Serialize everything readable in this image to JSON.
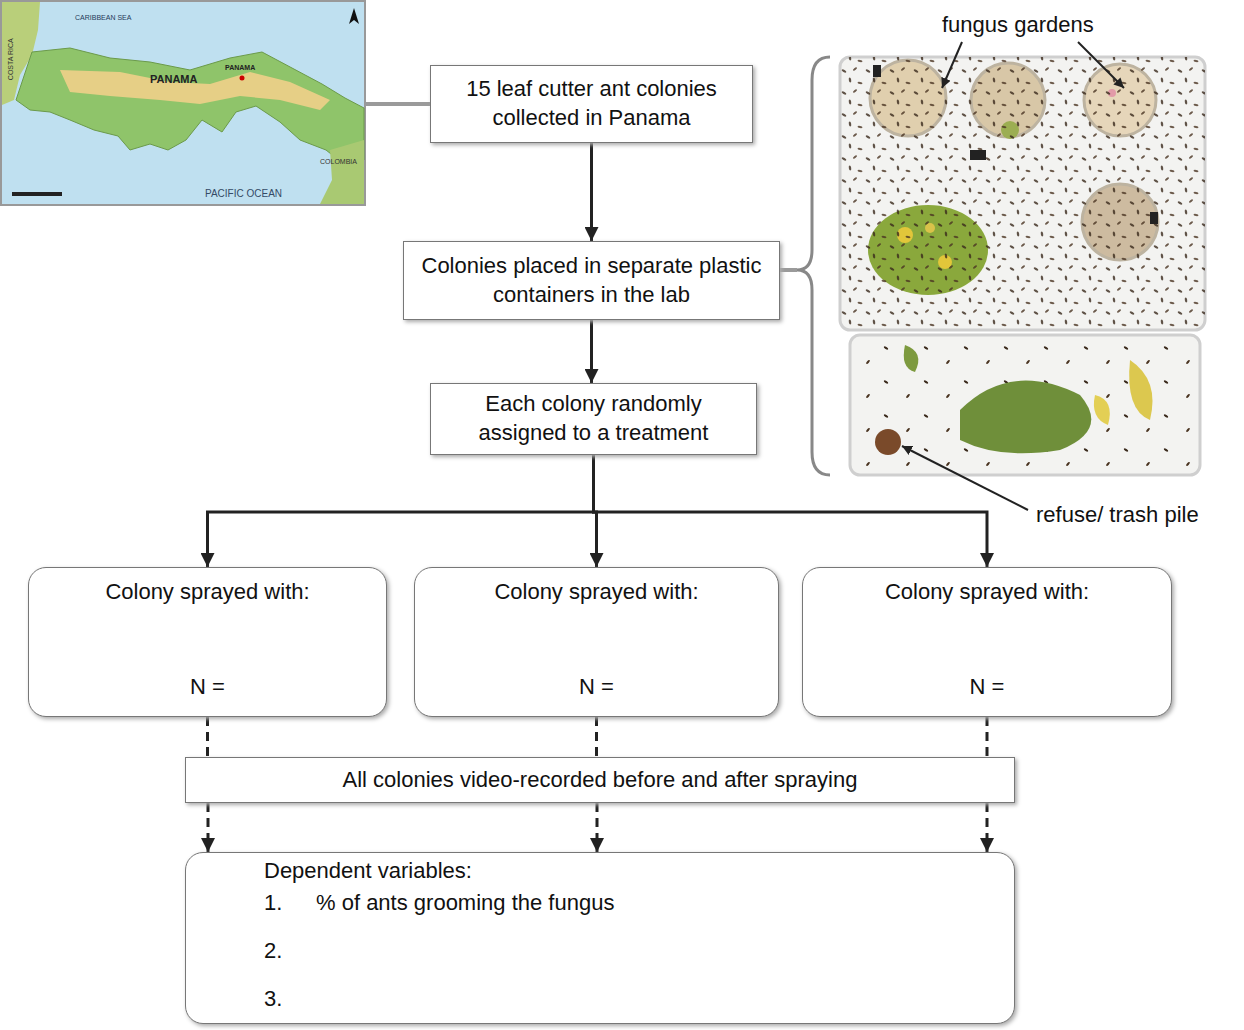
{
  "diagram": {
    "nodes": [
      {
        "text": [
          "15 leaf cutter ant colonies collected in Panama"
        ]
      },
      {
        "text": [
          "Colonies placed in separate plastic containers in the lab"
        ]
      },
      {
        "text": [
          "Each colony randomly assigned to a treatment"
        ]
      },
      {
        "text": [
          "Colony sprayed with:",
          "N ="
        ]
      },
      {
        "text": [
          "Colony sprayed with:",
          "N ="
        ]
      },
      {
        "text": [
          "Colony sprayed with:",
          "N ="
        ]
      },
      {
        "text": [
          "All colonies video-recorded before and after spraying"
        ]
      },
      {
        "text": [
          "Dependent variables:",
          "1.",
          "% of ants grooming the fungus",
          "2.",
          "3."
        ]
      }
    ],
    "edges": [
      {
        "from": 0,
        "to": 1,
        "arrow": "to"
      },
      {
        "from": 1,
        "to": 2,
        "arrow": "to"
      },
      {
        "from": 2,
        "to": 3,
        "arrow": "to"
      },
      {
        "from": 2,
        "to": 4,
        "arrow": "to"
      },
      {
        "from": 2,
        "to": 5,
        "arrow": "to"
      },
      {
        "from": 3,
        "to": 6,
        "arrow": "none"
      },
      {
        "from": 4,
        "to": 6,
        "arrow": "none"
      },
      {
        "from": 5,
        "to": 6,
        "arrow": "none"
      },
      {
        "from": 6,
        "to": 7,
        "arrow": "to"
      },
      {
        "from": 6,
        "to": 7,
        "arrow": "to"
      },
      {
        "from": 6,
        "to": 7,
        "arrow": "to"
      }
    ],
    "labels": [
      "fungus gardens",
      "refuse/ trash pile",
      "CARIBBEAN SEA",
      "PANAMA",
      "PANAMA",
      "COSTA RICA",
      "COLOMBIA",
      "PACIFIC OCEAN"
    ]
  }
}
